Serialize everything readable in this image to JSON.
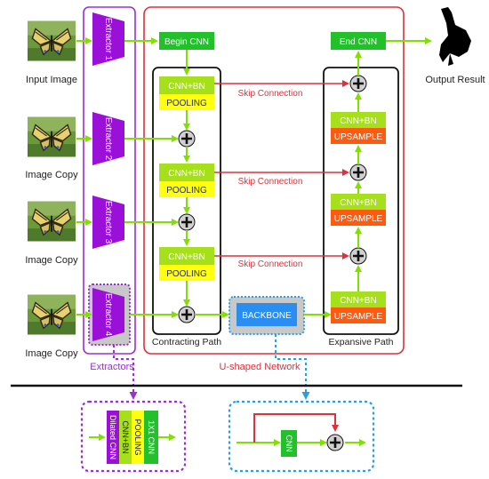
{
  "inputs": {
    "input_image": "Input Image",
    "image_copy_2": "Image Copy",
    "image_copy_3": "Image Copy",
    "image_copy_4": "Image Copy"
  },
  "extractors": {
    "e1": "Extractor 1",
    "e2": "Extractor 2",
    "e3": "Extractor 3",
    "e4": "Extractor 4",
    "group_label": "Extractors"
  },
  "contracting": {
    "begin": "Begin CNN",
    "cnn_bn_1": "CNN+BN",
    "pool_1": "POOLING",
    "cnn_bn_2": "CNN+BN",
    "pool_2": "POOLING",
    "cnn_bn_3": "CNN+BN",
    "pool_3": "POOLING",
    "label": "Contracting Path"
  },
  "backbone": {
    "label": "BACKBONE"
  },
  "expansive": {
    "end": "End CNN",
    "cnn_bn_1": "CNN+BN",
    "up_1": "UPSAMPLE",
    "cnn_bn_2": "CNN+BN",
    "up_2": "UPSAMPLE",
    "cnn_bn_3": "CNN+BN",
    "up_3": "UPSAMPLE",
    "label": "Expansive Path"
  },
  "skips": {
    "s1": "Skip Connection",
    "s2": "Skip Connection",
    "s3": "Skip Connection"
  },
  "network_label": "U-shaped Network",
  "output_label": "Output Result",
  "extractor_detail": {
    "dilated": "Dilated CNN",
    "cnn_bn": "CNN+BN",
    "pooling": "POOLING",
    "one_by_one": "1X1 CNN"
  },
  "backbone_detail": {
    "cnn": "CNN"
  },
  "colors": {
    "arrow_green": "#80e000",
    "purple": "#9b30d0",
    "red": "#e0303a",
    "blue": "#2a9ee0",
    "green_box": "#22c02a",
    "lime": "#a6e01a",
    "yellow": "#ffff10",
    "orange": "#ff5a10",
    "backbone": "#2a8ef0"
  }
}
